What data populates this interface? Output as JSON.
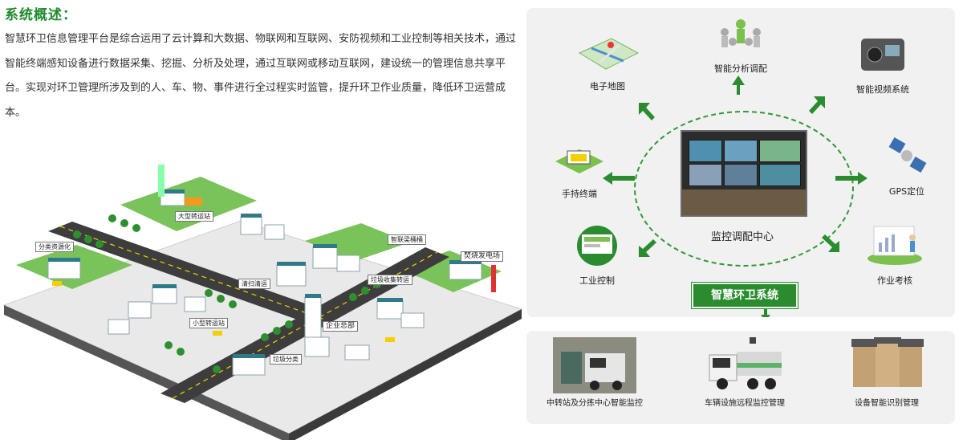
{
  "title": "系统概述：",
  "intro": "智慧环卫信息管理平台是综合运用了云计算和大数据、物联网和互联网、安防视频和工业控制等相关技术，通过智能终端感知设备进行数据采集、挖掘、分析及处理，通过互联网或移动互联网，建设统一的管理信息共享平台。实现对环卫管理所涉及到的人、车、物、事件进行全过程实时监管，提升环卫作业质量，降低环卫运营成本。",
  "map_labels": {
    "large_station": "大型转运站",
    "recycling": "分类资源化",
    "smart_bin": "智联梁桶桶",
    "incineration": "焚烧发电场",
    "sweeping": "清扫清运",
    "collection": "垃圾收集转运",
    "small_station": "小型转运站",
    "hq": "企业总部",
    "sorting": "垃圾分类"
  },
  "diagram": {
    "center": "监控调配中心",
    "nodes": {
      "emap": "电子地图",
      "analysis": "智能分析调配",
      "video": "智能视频系统",
      "handheld": "手持终端",
      "gps": "GPS定位",
      "industrial": "工业控制",
      "assessment": "作业考核"
    },
    "system_badge": "智慧环卫系统",
    "bottom": {
      "transfer": "中转站及分拣中心智能监控",
      "vehicle": "车辆设施远程监控管理",
      "equipment": "设备智能识别管理"
    }
  },
  "colors": {
    "accent": "#2a8c2f",
    "title": "#1f8a2c",
    "panel": "#f1f1f1"
  }
}
